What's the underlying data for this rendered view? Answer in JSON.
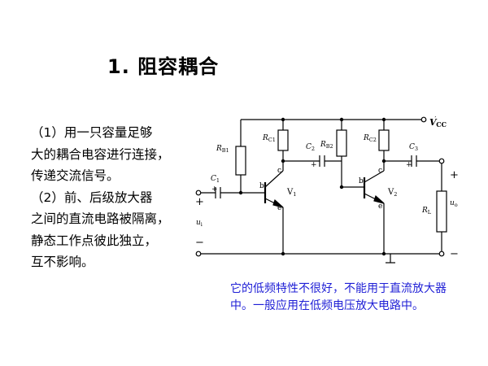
{
  "heading": {
    "number": "1.",
    "text": "阻容耦合"
  },
  "bullets": [
    "（1）用一只容量足够",
    "大的耦合电容进行连接，",
    "传递交流信号。",
    "（2）前、后级放大器",
    "之间的直流电路被隔离，",
    "静态工作点彼此独立，",
    "互不影响。"
  ],
  "note": "它的低频特性不很好，不能用于直流放大器中。一般应用在低频电压放大电路中。",
  "circuit": {
    "vcc": {
      "main": "V",
      "sub": "CC",
      "prime": "′"
    },
    "rb1": {
      "main": "R",
      "sub": "B1"
    },
    "rc1": {
      "main": "R",
      "sub": "C1"
    },
    "c2": {
      "main": "C",
      "sub": "2"
    },
    "rb2": {
      "main": "R",
      "sub": "B2"
    },
    "rc2": {
      "main": "R",
      "sub": "C2"
    },
    "c3": {
      "main": "C",
      "sub": "3"
    },
    "c1": {
      "main": "C",
      "sub": "1"
    },
    "rl": {
      "main": "R",
      "sub": "L"
    },
    "v1": {
      "main": "V",
      "sub": "1"
    },
    "v2": {
      "main": "V",
      "sub": "2"
    },
    "ui": {
      "main": "u",
      "sub": "i"
    },
    "uo": {
      "main": "u",
      "sub": "o"
    },
    "pin_b": "b",
    "pin_c": "c",
    "pin_e": "e",
    "plus": "+",
    "minus": "−"
  }
}
